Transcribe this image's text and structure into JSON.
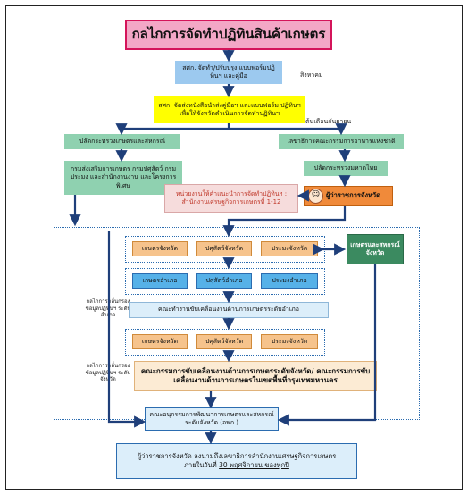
{
  "title": "กลไกการจัดทำปฏิทินสินค้าเกษตร",
  "step1": {
    "text": "สศก. จัดทำ/ปรับปรุง แบบฟอร์มปฏิทินฯ และคู่มือ",
    "date": "สิงหาคม"
  },
  "step2": {
    "text": "สศก. จัดส่งหนังสือนำส่งคู่มือฯ และแบบฟอร์ม ปฏิทินฯ เพื่อให้จังหวัดดำเนินการจัดทำปฏิทินฯ",
    "date": "ต้นเดือนกันยายน"
  },
  "moac_perm_sec": "ปลัดกระทรวงเกษตรและสหกรณ์",
  "nesdc": "เลขาธิการคณะกรรมการอาหารแห่งชาติ",
  "dept_list": "กรมส่งเสริมการเกษตร กรมปศุสัตว์ กรมประมง และสำนักงานงาน และโครงการพิเศษ",
  "moi_perm_sec": "ปลัดกระทรวงมหาดไทย",
  "coordinator": "หน่วยงานให้คำแนะนำการจัดทำปฏิทินฯ : สำนักงานเศรษฐกิจการเกษตรที่ 1-12",
  "governor": "ผู้ว่าราชการจังหวัด",
  "provincial_agri": "เกษตรและสหกรณ์ จังหวัด",
  "province_row": [
    "เกษตรจังหวัด",
    "ปศุสัตว์จังหวัด",
    "ประมงจังหวัด"
  ],
  "district_row": [
    "เกษตรอำเภอ",
    "ปศุสัตว์อำเภอ",
    "ประมงอำเภอ"
  ],
  "district_committee": "คณะทำงานขับเคลื่อนงานด้านการเกษตรระดับอำเภอ",
  "province_row2": [
    "เกษตรจังหวัด",
    "ปศุสัตว์จังหวัด",
    "ประมงจังหวัด"
  ],
  "provincial_committee": "คณะกรรมการขับเคลื่อนงานด้านการเกษตรระดับจังหวัด/ คณะกรรมการขับเคลื่อนงานด้านการเกษตรในเขตพื้นที่กรุงเทพมหานคร",
  "sub_committee": "คณะอนุกรรมการพัฒนาการเกษตรและสหกรณ์ ระดับจังหวัด (อพก.)",
  "final": {
    "line1": "ผู้ว่าราชการจังหวัด ลงนามถึงเลขาธิการสำนักงานเศรษฐกิจการเกษตร",
    "line2_prefix": "ภายในวันที่ ",
    "line2_date": "30 พฤศจิกายน ของทุกปี"
  },
  "side_district": "กลไกการกลั่นกรอง ข้อมูลปฏิทินฯ ระดับอำเภอ",
  "side_province": "กลไกการกลั่นกรอง ข้อมูลปฏิทินฯ ระดับจังหวัด",
  "colors": {
    "title_bg": "#f3a7c6",
    "title_border": "#d4145a",
    "step1_bg": "#9cc9ef",
    "step2_bg": "#ffff00",
    "green": "#8fd1b0",
    "blue": "#56b1e8",
    "orange": "#f6c38c",
    "pink": "#f6dcdc",
    "darkgreen": "#3b8a60",
    "light": "#dceefa",
    "cream": "#fcebd4"
  }
}
